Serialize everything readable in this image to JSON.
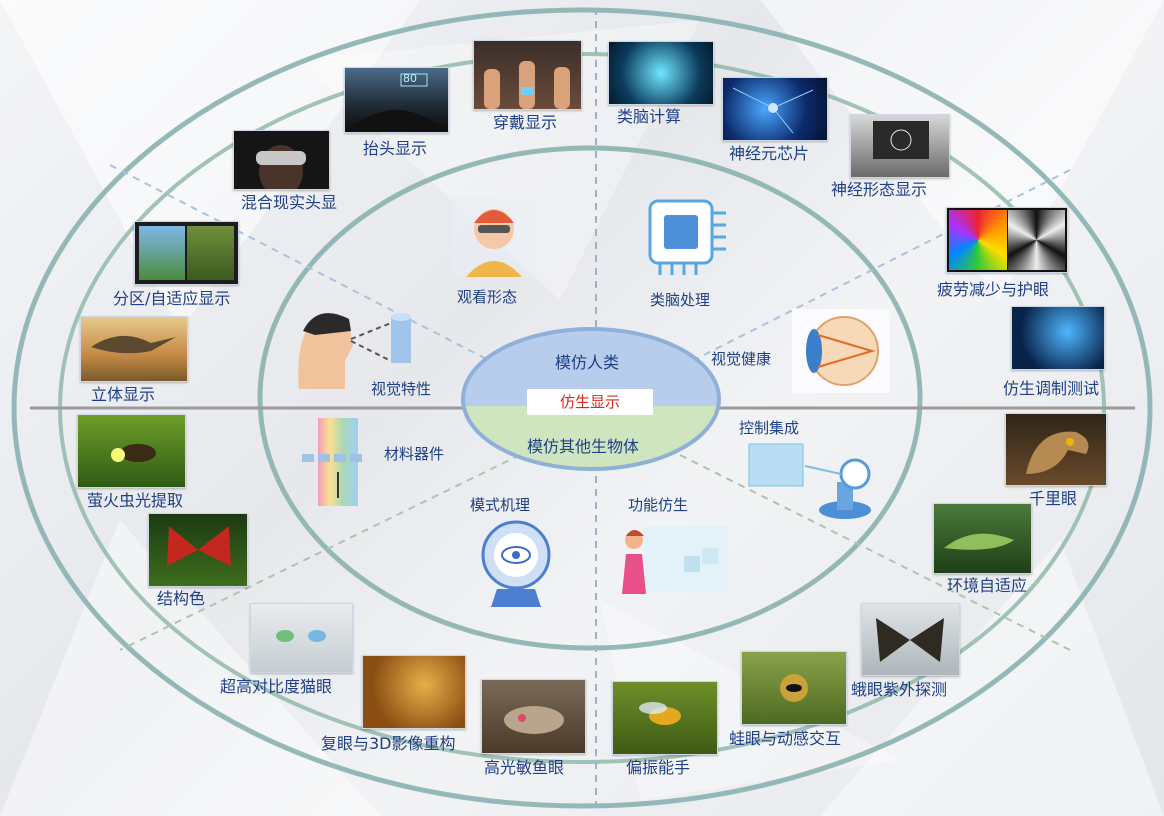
{
  "center": {
    "top_label": "模仿人类",
    "middle_label": "仿生显示",
    "bottom_label": "模仿其他生物体"
  },
  "inner_ring": {
    "viewing_mode": "观看形态",
    "brain_like_processing": "类脑处理",
    "visual_characteristics": "视觉特性",
    "visual_health": "视觉健康",
    "materials_devices": "材料器件",
    "control_integration": "控制集成",
    "mode_mechanism": "模式机理",
    "function_bionics": "功能仿生"
  },
  "outer_ring": {
    "wearable_display": "穿戴显示",
    "heads_up_display": "抬头显示",
    "mixed_reality_hmd": "混合现实头显",
    "zoned_adaptive_display": "分区/自适应显示",
    "stereo_display": "立体显示",
    "neuromorphic_computing": "类脑计算",
    "neuron_chip": "神经元芯片",
    "neuromorphic_display": "神经形态显示",
    "fatigue_eye_care": "疲劳减少与护眼",
    "bionic_modulation_test": "仿生调制测试",
    "firefly_extraction": "萤火虫光提取",
    "structural_color": "结构色",
    "cat_eye_contrast": "超高对比度猫眼",
    "compound_eye_3d": "复眼与3D影像重构",
    "fish_eye_sensitive": "高光敏鱼眼",
    "polarization_expert": "偏振能手",
    "frog_eye_interaction": "蛙眼与动感交互",
    "moth_eye_uv": "蛾眼紫外探测",
    "environment_adaptive": "环境自适应",
    "eagle_eye": "千里眼"
  },
  "hud_readout": "80",
  "colors": {
    "label_blue": "#1f3f86",
    "center_red": "#d42b22",
    "ring_green": "#7fae98",
    "ring_blue": "#7b9fd0",
    "center_top": "#aac3e6",
    "center_bottom": "#c9e2b8"
  }
}
